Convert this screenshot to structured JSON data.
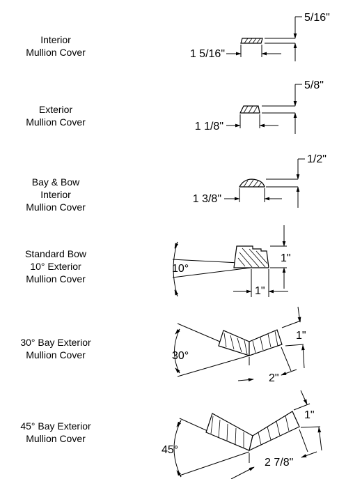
{
  "items": [
    {
      "name_lines": [
        "Interior",
        "Mullion Cover"
      ],
      "dims": [
        "5/16\"",
        "1 5/16\""
      ]
    },
    {
      "name_lines": [
        "Exterior",
        "Mullion Cover"
      ],
      "dims": [
        "5/8\"",
        "1 1/8\""
      ]
    },
    {
      "name_lines": [
        "Bay & Bow",
        "Interior",
        "Mullion Cover"
      ],
      "dims": [
        "1/2\"",
        "1 3/8\""
      ]
    },
    {
      "name_lines": [
        "Standard Bow",
        "10° Exterior",
        "Mullion Cover"
      ],
      "dims": [
        "1\"",
        "1\"",
        "10°"
      ]
    },
    {
      "name_lines": [
        "30° Bay Exterior",
        "Mullion Cover"
      ],
      "dims": [
        "1\"",
        "2\"",
        "30°"
      ]
    },
    {
      "name_lines": [
        "45° Bay Exterior",
        "Mullion Cover"
      ],
      "dims": [
        "1\"",
        "2 7/8\"",
        "45°"
      ]
    }
  ]
}
